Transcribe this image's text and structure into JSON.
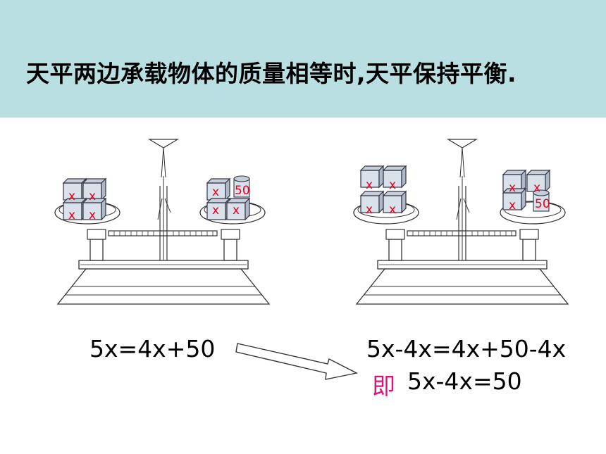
{
  "header": {
    "title": "天平两边承载物体的质量相等时,天平保持平衡.",
    "background": "#b9dfe3"
  },
  "cube_label": "x",
  "weight_label": "50",
  "label_color": "#e8001c",
  "equations": {
    "left": "5x=4x+50",
    "right_top": "5x-4x=4x+50-4x",
    "right_prefix": "即",
    "right_bottom": "5x-4x=50",
    "prefix_color": "#e0117a"
  }
}
